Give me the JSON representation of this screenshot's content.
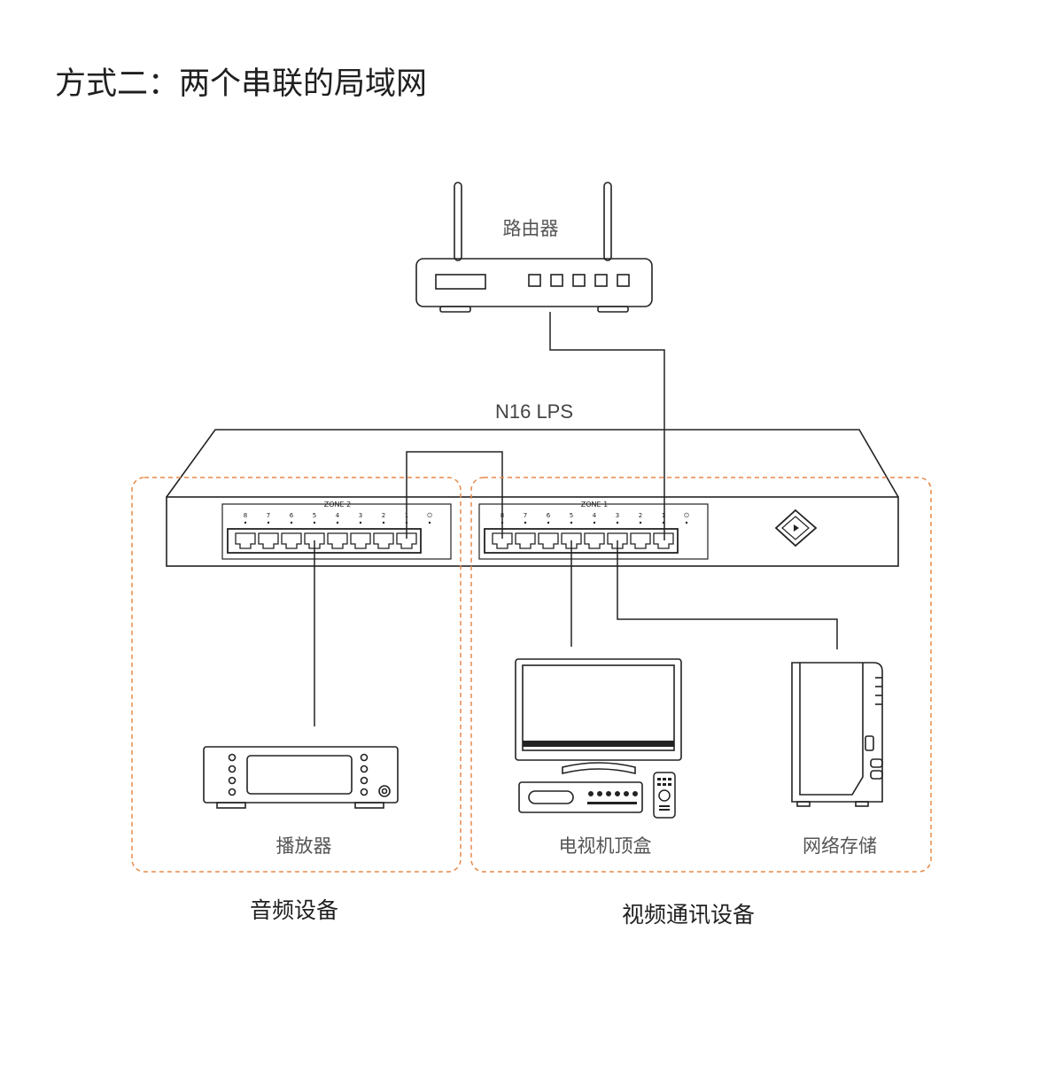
{
  "title": "方式二：两个串联的局域网",
  "devices": {
    "router": "路由器",
    "switch_model": "N16 LPS",
    "player": "播放器",
    "tv_stb": "电视机顶盒",
    "nas": "网络存储"
  },
  "switch": {
    "zone2_label": "ZONE 2",
    "zone1_label": "ZONE 1",
    "port_numbers": [
      "8",
      "7",
      "6",
      "5",
      "4",
      "3",
      "2",
      "1"
    ]
  },
  "groups": {
    "audio": "音频设备",
    "video": "视频通讯设备"
  },
  "colors": {
    "zone_border": "#e8894a",
    "line": "#222222"
  }
}
